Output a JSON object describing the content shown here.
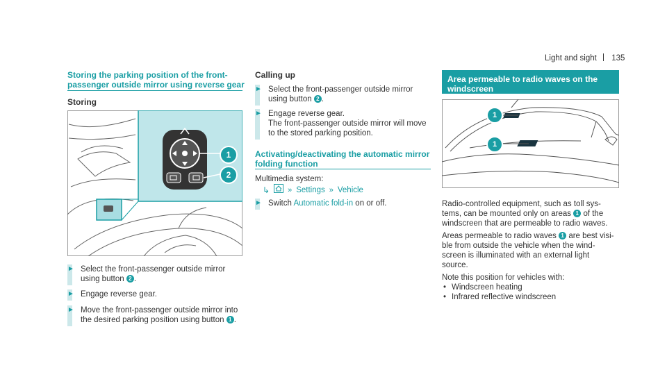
{
  "header": {
    "section": "Light and sight",
    "page_number": "135"
  },
  "left": {
    "title_line1": "Storing the parking position of the front-",
    "title_line2": "passenger outside mirror using reverse gear",
    "subheading": "Storing",
    "callouts": [
      "1",
      "2"
    ],
    "steps": [
      {
        "line1": "Select the front-passenger outside mirror",
        "line2": "using button",
        "ref": "2",
        "end": "."
      },
      {
        "line1": "Engage reverse gear."
      },
      {
        "line1": "Move the front-passenger outside mirror into",
        "line2": "the desired parking position using button",
        "ref": "1",
        "end": "."
      }
    ]
  },
  "middle": {
    "subheading": "Calling up",
    "steps": [
      {
        "line1": "Select the front-passenger outside mirror",
        "line2": "using button",
        "ref": "2",
        "end": "."
      },
      {
        "line1": "Engage reverse gear.",
        "line2": "The front-passenger outside mirror will move",
        "line3": "to the stored parking position."
      }
    ],
    "section_title_line1": "Activating/deactivating the automatic mirror",
    "section_title_line2": "folding function",
    "multimedia_label": "Multimedia system:",
    "nav_settings": "Settings",
    "nav_vehicle": "Vehicle",
    "switch_step": {
      "pre": "Switch",
      "link": "Automatic fold-in",
      "post": "on or off."
    }
  },
  "right": {
    "band_line1": "Area permeable to radio waves on the",
    "band_line2": "windscreen",
    "callouts": [
      "1",
      "1"
    ],
    "para1": [
      "Radio-controlled equipment, such as toll sys-",
      "tems, can be mounted only on areas",
      "of the",
      "windscreen that are permeable to radio waves."
    ],
    "para1_ref": "1",
    "para2": [
      "Areas permeable to radio waves",
      "are best visi-",
      "ble from outside the vehicle when the wind-",
      "screen is illuminated with an external light",
      "source."
    ],
    "para2_ref": "1",
    "note": "Note this position for vehicles with:",
    "bullets": [
      "Windscreen heating",
      "Infrared reflective windscreen"
    ]
  },
  "colors": {
    "accent": "#1a9ea4",
    "light": "#cce8ea",
    "text": "#333333"
  }
}
